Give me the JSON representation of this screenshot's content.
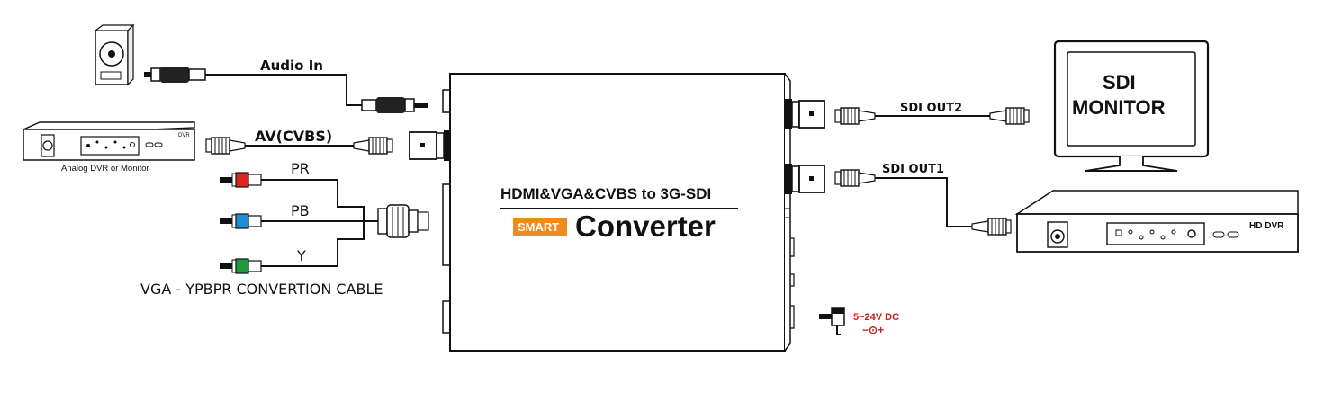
{
  "converter": {
    "model": "HDMI&VGA&CVBS to 3G-SDI",
    "badge": "SMART",
    "name": "Converter"
  },
  "inputs": {
    "audio_label": "Audio In",
    "av_label": "AV(CVBS)",
    "component_labels": [
      "PR",
      "PB",
      "Y"
    ],
    "cable_label": "VGA - YPBPR CONVERTION CABLE"
  },
  "devices": {
    "analog_dvr_caption": "Analog DVR or Monitor",
    "analog_dvr_tag": "DVR",
    "sdi_monitor_line1": "SDI",
    "sdi_monitor_line2": "MONITOR",
    "hd_dvr_tag": "HD DVR"
  },
  "outputs": {
    "sdi_out2": "SDI OUT2",
    "sdi_out1": "SDI OUT1"
  },
  "power": {
    "voltage": "5~24V DC",
    "polarity": "−⊙+"
  },
  "colors": {
    "pr": "#d9261c",
    "pb": "#1e8ed8",
    "y": "#1f9a3e",
    "badge": "#f08a1f",
    "power": "#c8201e"
  }
}
